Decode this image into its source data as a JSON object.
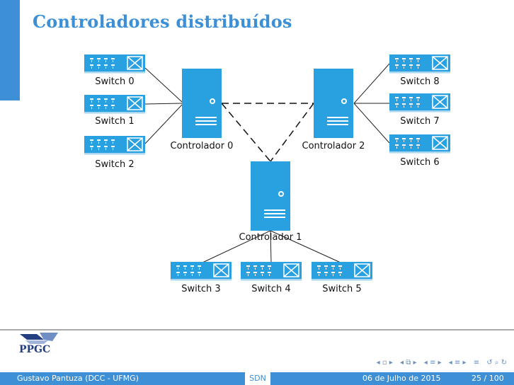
{
  "slide": {
    "title": "Controladores distribuídos",
    "logo_text": "PPGC"
  },
  "diagram": {
    "controllers": [
      "Controlador 0",
      "Controlador 1",
      "Controlador 2"
    ],
    "switches": [
      "Switch 0",
      "Switch 1",
      "Switch 2",
      "Switch 3",
      "Switch 4",
      "Switch 5",
      "Switch 6",
      "Switch 7",
      "Switch 8"
    ]
  },
  "footer": {
    "author": "Gustavo Pantuza (DCC - UFMG)",
    "topic": "SDN",
    "date": "06 de Julho de 2015",
    "page": "25 / 100"
  },
  "colors": {
    "accent": "#3d8fd6",
    "device": "#29a0e0",
    "logo": "#243f82"
  }
}
